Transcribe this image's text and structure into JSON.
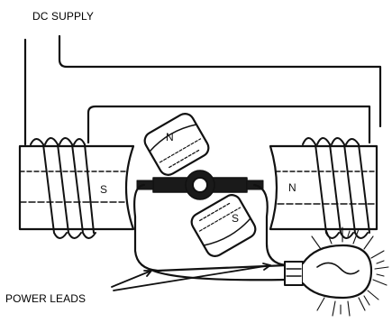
{
  "labels": {
    "dc_supply": "DC SUPPLY",
    "power_leads": "POWER LEADS"
  },
  "poles": {
    "left_stator": "S",
    "right_stator": "N",
    "rotor_top": "N",
    "rotor_bottom": "S"
  },
  "colors": {
    "ink": "#111111",
    "background": "#ffffff"
  }
}
